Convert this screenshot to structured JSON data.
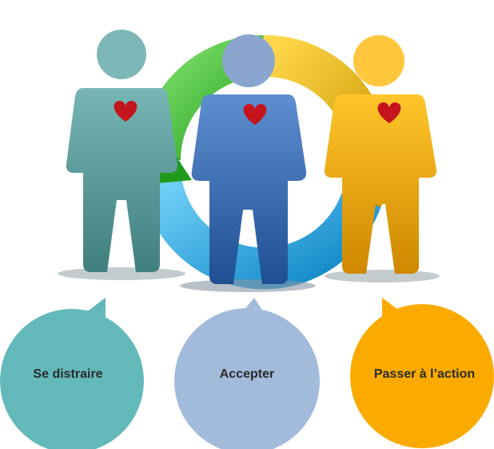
{
  "bubbles": [
    {
      "label": "Se distraire",
      "color": "#63b9b9"
    },
    {
      "label": "Accepter",
      "color": "#a3bbdb"
    },
    {
      "label": "Passer à l’action",
      "color": "#fbab00"
    }
  ],
  "figures": [
    {
      "name": "teal-person",
      "color": "#5fa3a3"
    },
    {
      "name": "blue-person",
      "color": "#3a6fb5"
    },
    {
      "name": "orange-person",
      "color": "#f4a900"
    }
  ],
  "ring_colors": [
    "#3bbf2e",
    "#e8b400",
    "#1fa8de"
  ],
  "heart_color": "#c4141c"
}
